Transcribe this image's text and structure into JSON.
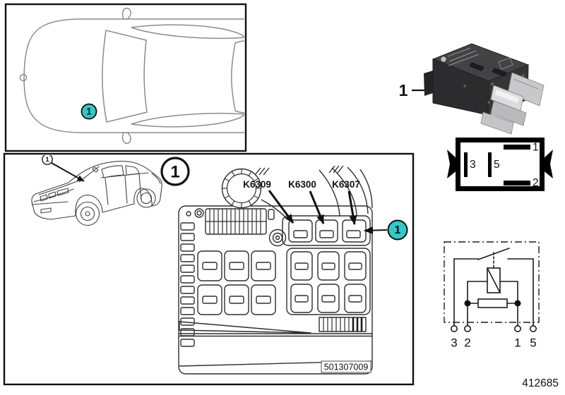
{
  "colors": {
    "marker_fill": "#31c9c9"
  },
  "panel_top_view": {
    "marker_label": "1"
  },
  "panel_fusebox": {
    "car_callout_label": "1",
    "key_label": "1",
    "relay_labels": [
      "K6309",
      "K6300",
      "K6307"
    ],
    "marker_label": "1",
    "drawing_number": "501307009"
  },
  "relay_photo": {
    "callout_label": "1"
  },
  "pin_diagram": {
    "pin_3": "3",
    "pin_5": "5",
    "pin_1": "1",
    "pin_2": "2"
  },
  "schematic": {
    "terminal_3": "3",
    "terminal_2": "2",
    "terminal_1": "1",
    "terminal_5": "5"
  },
  "footer": {
    "image_number": "412685"
  }
}
